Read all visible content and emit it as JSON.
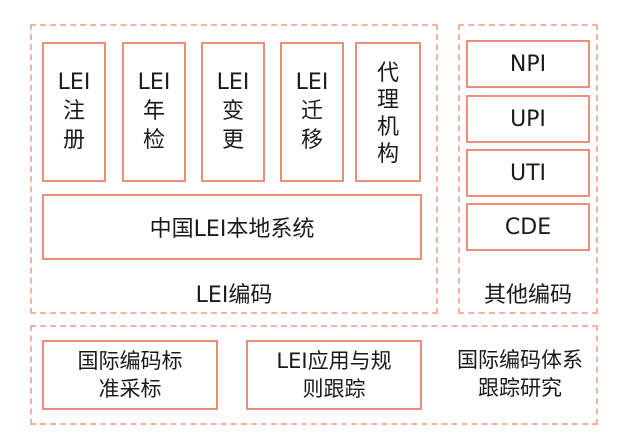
{
  "lei_section": {
    "title": "LEI编码",
    "modules": [
      {
        "line1": "LEI",
        "line2": "注",
        "line3": "册"
      },
      {
        "line1": "LEI",
        "line2": "年",
        "line3": "检"
      },
      {
        "line1": "LEI",
        "line2": "变",
        "line3": "更"
      },
      {
        "line1": "LEI",
        "line2": "迁",
        "line3": "移"
      },
      {
        "line1": "代",
        "line2": "理",
        "line3": "机",
        "line4": "构"
      }
    ],
    "system": "中国LEI本地系统"
  },
  "other_section": {
    "title": "其他编码",
    "items": [
      "NPI",
      "UPI",
      "UTI",
      "CDE"
    ]
  },
  "bottom_section": {
    "box1": {
      "line1": "国际编码标",
      "line2": "准采标"
    },
    "box2": {
      "line1": "LEI应用与规",
      "line2": "则跟踪"
    },
    "label": {
      "line1": "国际编码体系",
      "line2": "跟踪研究"
    }
  }
}
